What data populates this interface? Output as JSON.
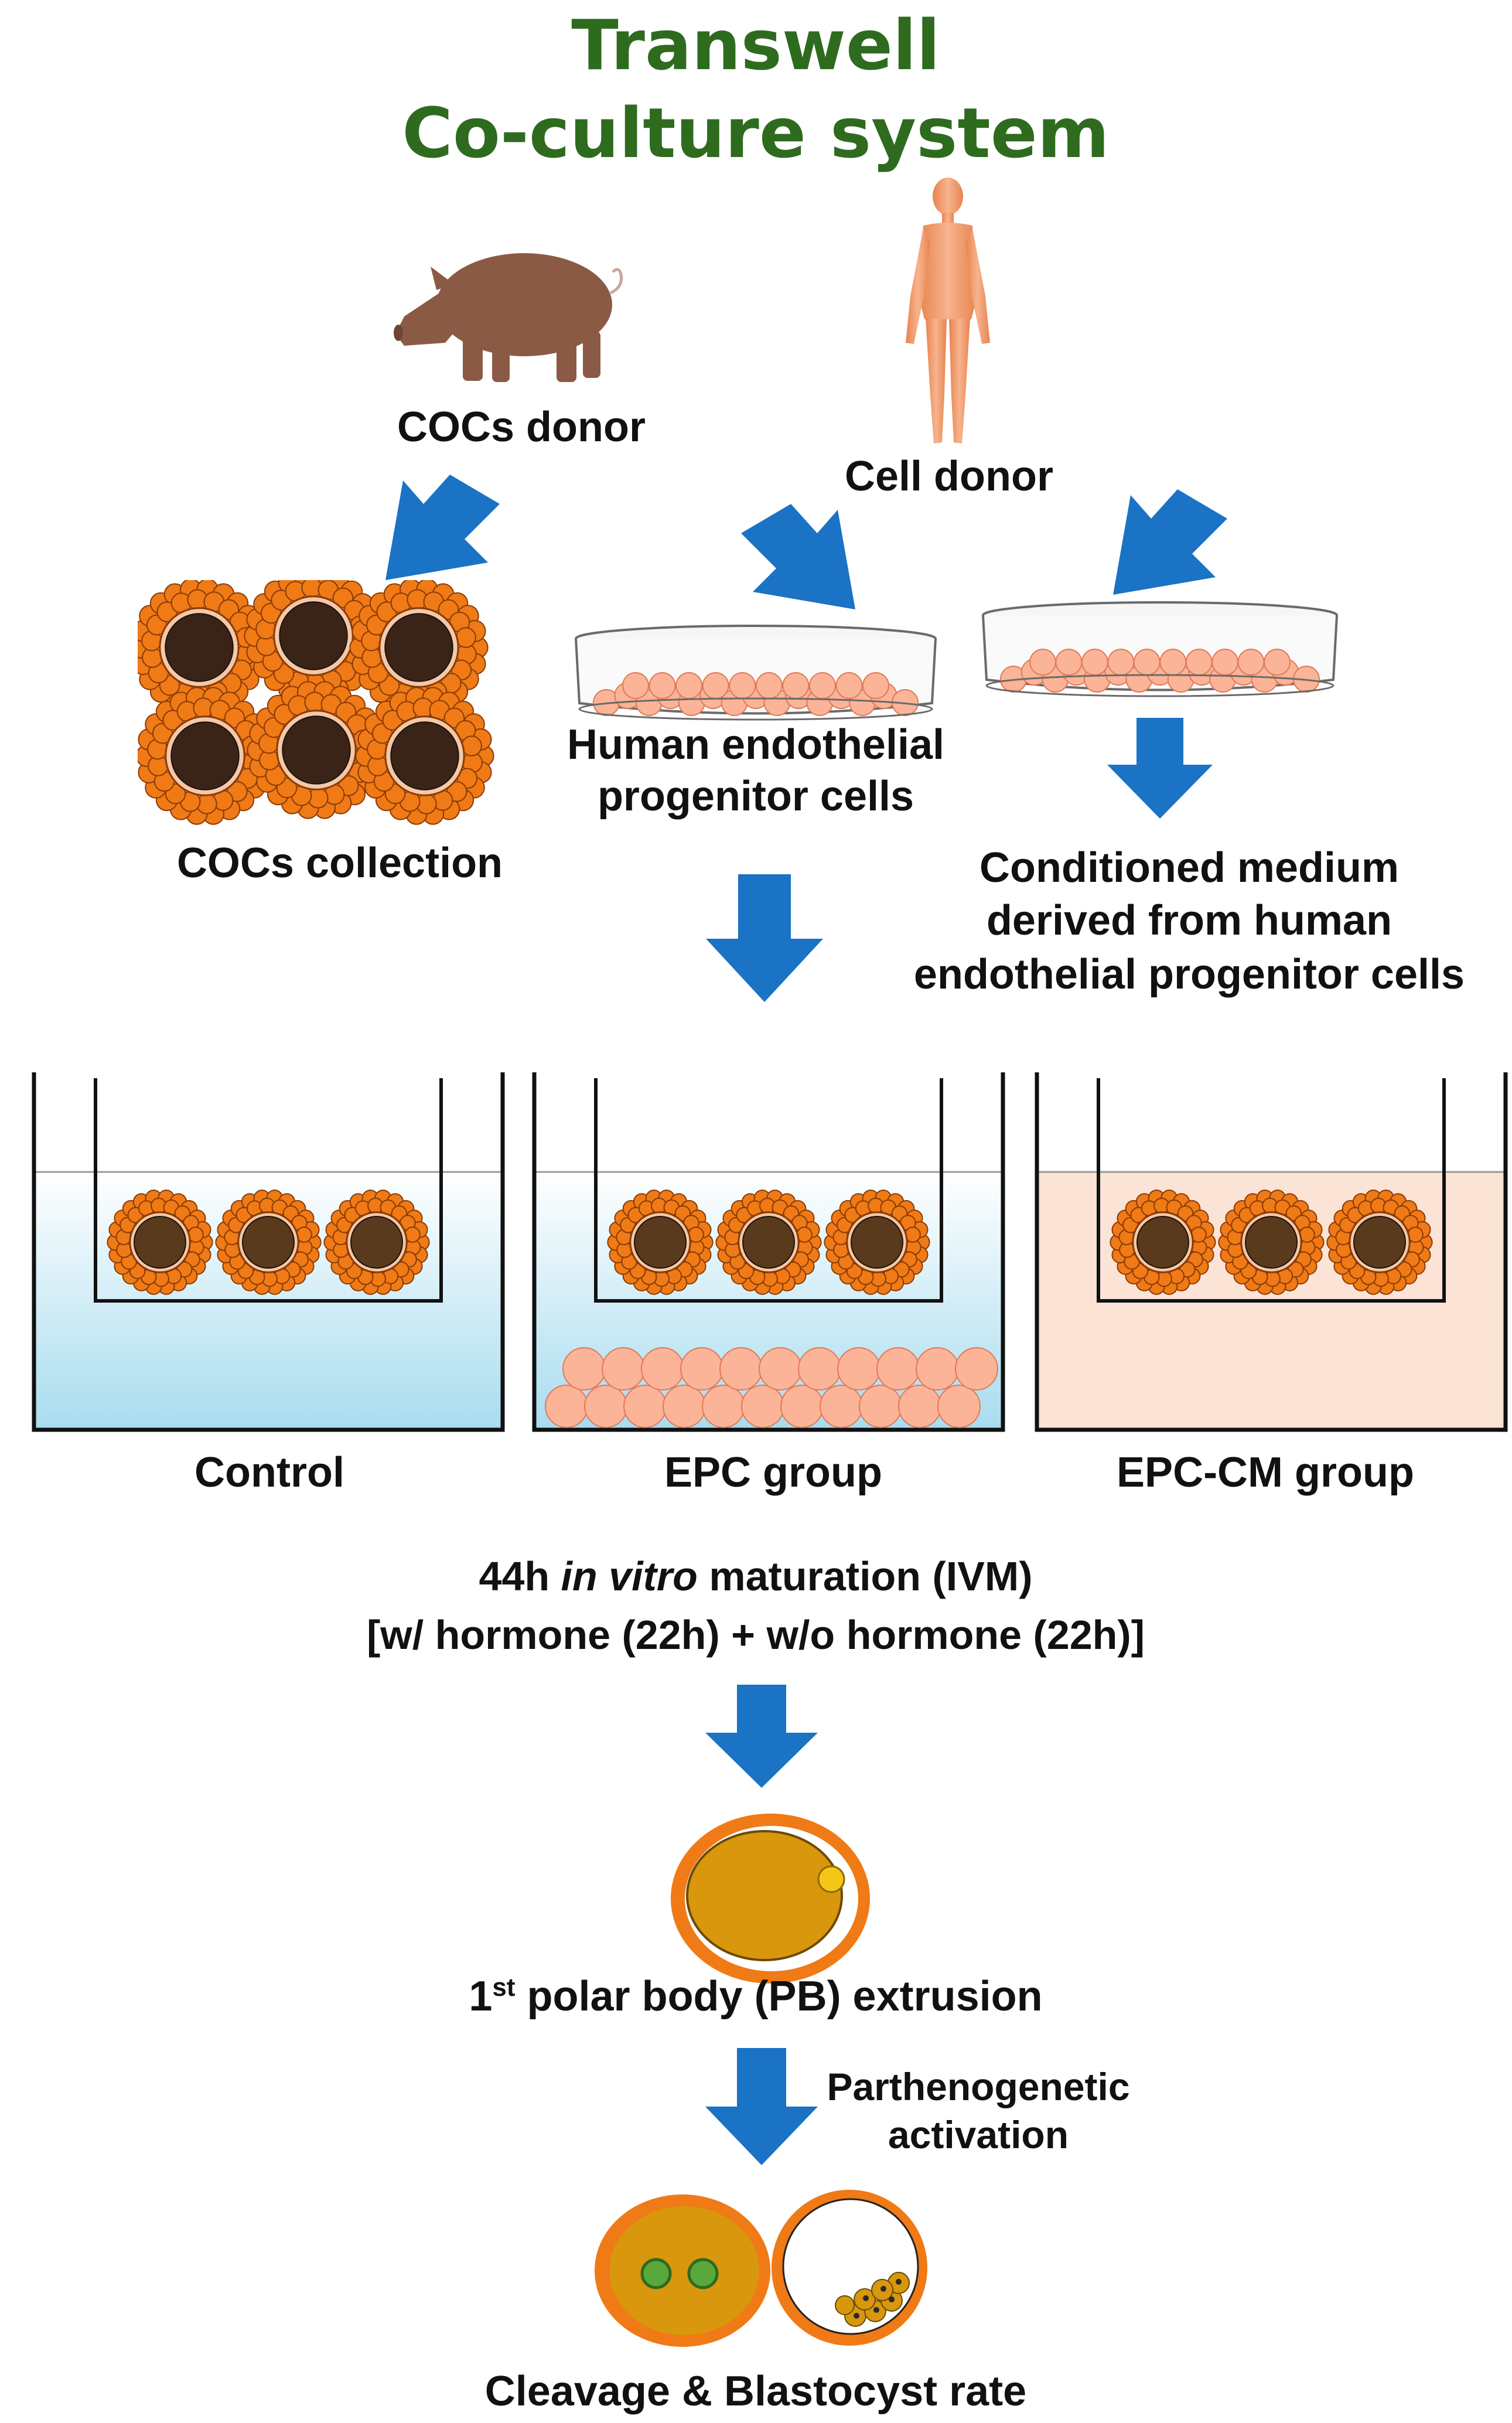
{
  "title": {
    "line1": "Transwell",
    "line2": "Co-culture system"
  },
  "donors": {
    "cocs_donor": "COCs donor",
    "cell_donor": "Cell donor"
  },
  "steps": {
    "cocs_collection": "COCs collection",
    "hepc_line1": "Human endothelial",
    "hepc_line2": "progenitor cells",
    "cm_line1": "Conditioned medium",
    "cm_line2": "derived from human",
    "cm_line3": "endothelial progenitor cells"
  },
  "groups": [
    {
      "label": "Control",
      "medium_color": "#a8dcef"
    },
    {
      "label": "EPC group",
      "medium_color": "#a8dcef"
    },
    {
      "label": "EPC-CM group",
      "medium_color": "#fbe3d5"
    }
  ],
  "ivm": {
    "prefix": "44h ",
    "italic": "in vitro",
    "suffix": " maturation (IVM)",
    "detail": "[w/ hormone (22h) + w/o hormone (22h)]"
  },
  "polar_body": {
    "prefix": "1",
    "superscript": "st",
    "suffix": " polar body (PB) extrusion"
  },
  "activation": {
    "line1": "Parthenogenetic",
    "line2": "activation"
  },
  "outcome": "Cleavage & Blastocyst rate",
  "colors": {
    "title_green": "#2e6b1e",
    "arrow_blue": "#1a73c4",
    "pig_brown": "#8b5a45",
    "human_skin": "#f2a27a",
    "coc_orange": "#ef7a16",
    "oocyte_brown": "#3a2418",
    "cell_peach": "#fbb497",
    "egg_gold": "#d8970c"
  },
  "icons": [
    "pig-icon",
    "human-figure-icon",
    "petri-dish-icon",
    "coc-cluster-icon",
    "transwell-insert-icon",
    "oocyte-icon",
    "blastocyst-icon"
  ]
}
